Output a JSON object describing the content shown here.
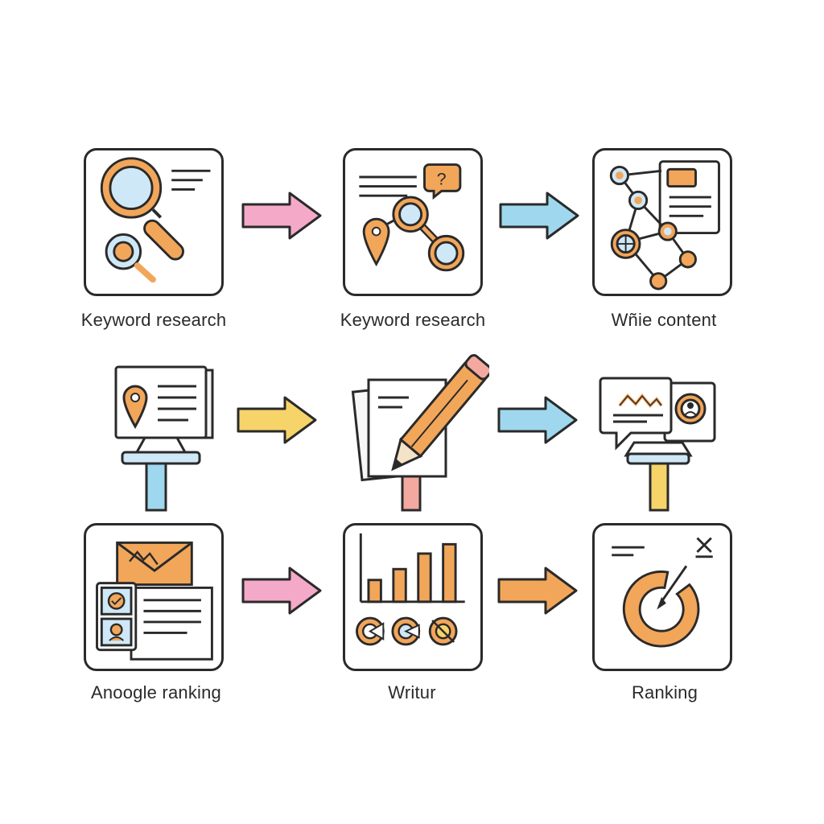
{
  "labels": {
    "step1": "Keyword research",
    "step2": "Keyword research",
    "step3": "Wñie content",
    "step7": "Anoogle ranking",
    "step8": "Writur",
    "step9": "Ranking"
  },
  "colors": {
    "orange": "#f2a65a",
    "blue": "#bfe0f5",
    "pink": "#f4a9c8",
    "yellow": "#f7d46a",
    "cyan": "#9fd8ee",
    "outline": "#2a2a2a"
  },
  "icons": {
    "step1": "magnifier-icon",
    "step2": "map-network-icon",
    "step3": "network-document-icon",
    "step4": "monitor-location-icon",
    "step5": "pencil-paper-icon",
    "step6": "chart-speech-icon",
    "step7": "email-profile-icon",
    "step8": "bar-chart-icon",
    "step9": "target-icon"
  }
}
